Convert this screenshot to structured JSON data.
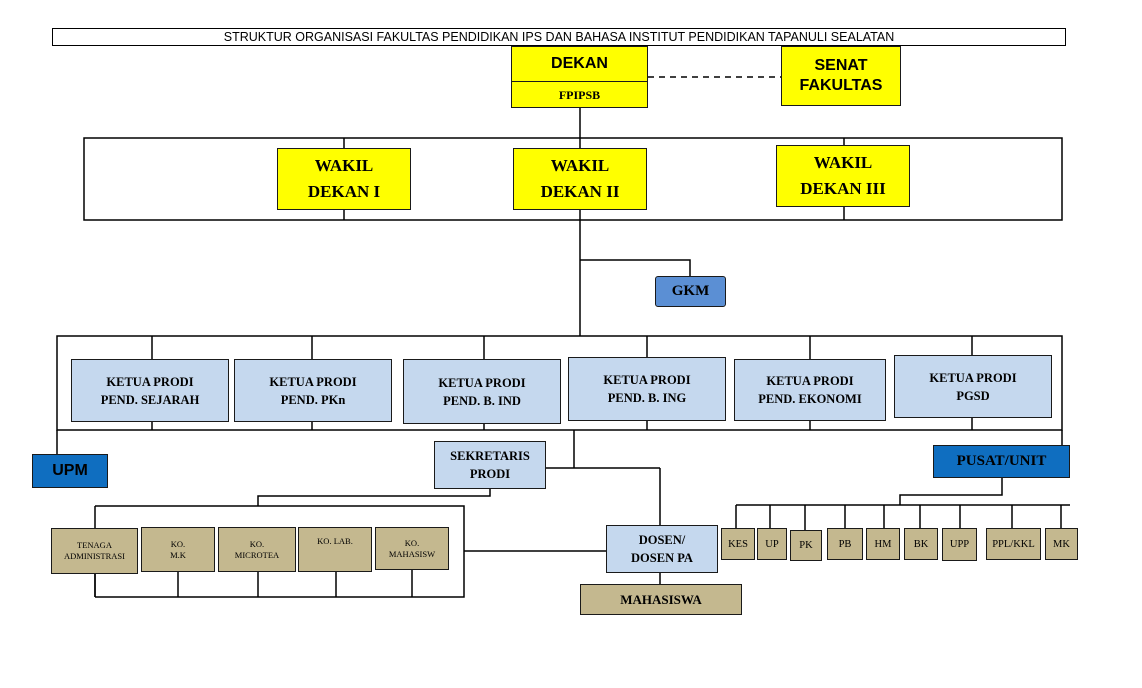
{
  "title": "STRUKTUR ORGANISASI FAKULTAS PENDIDIKAN IPS DAN BAHASA INSTITUT PENDIDIKAN TAPANULI SEALATAN",
  "dekan": {
    "label": "DEKAN",
    "sub": "FPIPSB"
  },
  "senat": "SENAT\nFAKULTAS",
  "wakil": [
    "WAKIL\nDEKAN I",
    "WAKIL\nDEKAN II",
    "WAKIL\nDEKAN III"
  ],
  "gkm": "GKM",
  "prodi": [
    "KETUA PRODI\nPEND. SEJARAH",
    "KETUA PRODI\nPEND. PKn",
    "KETUA PRODI\nPEND. B. IND",
    "KETUA PRODI\nPEND. B. ING",
    "KETUA PRODI\nPEND. EKONOMI",
    "KETUA PRODI\nPGSD"
  ],
  "upm": "UPM",
  "sekretaris": "SEKRETARIS\nPRODI",
  "pusat": "PUSAT/UNIT",
  "staff": [
    "TENAGA\nADMINISTRASI",
    "KO.\nM.K",
    "KO.\nMICROTEA",
    "KO. LAB.",
    "KO.\nMAHASISW"
  ],
  "dosen": "DOSEN/\nDOSEN PA",
  "mahasiswa": "MAHASISWA",
  "units": [
    "KES",
    "UP",
    "PK",
    "PB",
    "HM",
    "BK",
    "UPP",
    "PPL/KKL",
    "MK"
  ],
  "colors": {
    "leadership": "#ffff00",
    "prodi": "#c5d8ee",
    "unit_blue": "#0f6ec0",
    "gkm": "#5b8fd4",
    "staff_tan": "#c4b88f"
  }
}
